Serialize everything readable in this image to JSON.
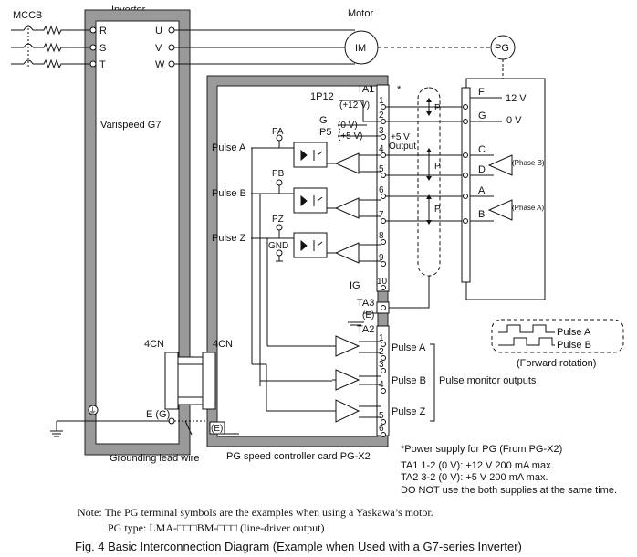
{
  "inverter": {
    "title": "Inverter",
    "model": "Varispeed G7",
    "mccb": "MCCB",
    "inputs": [
      "R",
      "S",
      "T"
    ],
    "outputs": [
      "U",
      "V",
      "W"
    ],
    "connector": "4CN",
    "ground_terminal": "E (G)",
    "ground_symbol": "⏚"
  },
  "motor": {
    "title": "Motor",
    "symbol": "IM",
    "pg_symbol": "PG"
  },
  "card": {
    "title": "PG speed controller card PG-X2",
    "connector": "4CN",
    "ground": "(E)",
    "ta1": "TA1",
    "ta2": "TA2",
    "ta3": "TA3",
    "ta1_terminals": [
      "1",
      "2",
      "3",
      "4",
      "5",
      "6",
      "7",
      "8",
      "9",
      "10"
    ],
    "ta2_terminals": [
      "1",
      "2",
      "3",
      "4",
      "5",
      "6"
    ],
    "ta3_terminal": "",
    "ta3_ground": "(E)",
    "labels": {
      "p12": "1P12",
      "p12_volt": "(+12 V)",
      "ig": "IG",
      "ig_volt": "(0 V)",
      "ip5": "IP5",
      "ip5_volt": "(+5 V)",
      "plus5v": "+5 V",
      "output": "Output",
      "ig10": "IG",
      "star": "*"
    },
    "pulse_inputs": [
      "Pulse A",
      "Pulse B",
      "Pulse Z"
    ],
    "test_points": [
      "PA",
      "PB",
      "PZ",
      "GND"
    ],
    "monitor_labels": [
      "Pulse A",
      "Pulse B",
      "Pulse Z"
    ],
    "monitor_title": "Pulse monitor outputs"
  },
  "pg": {
    "terminals": [
      "F",
      "G",
      "C",
      "D",
      "A",
      "B"
    ],
    "f_volt": "12 V",
    "g_volt": "0 V",
    "phase_b": "(Phase B)",
    "phase_a": "(Phase A)",
    "shield": "P"
  },
  "waveform": {
    "pulse_a": "Pulse A",
    "pulse_b": "Pulse B",
    "caption": "(Forward rotation)"
  },
  "ground_lead": "Grounding lead wire",
  "notes": {
    "line1": "*Power supply for PG (From PG-X2)",
    "line2": "TA1 1-2 (0 V): +12 V 200 mA max.",
    "line3": "TA2 3-2 (0 V): +5 V 200 mA max.",
    "line4": "DO NOT use the both supplies at the same time."
  },
  "footnote": {
    "line1": "Note: The PG terminal symbols are the examples when using a Yaskawa’s motor.",
    "line2": "PG type: LMA-□□□BM-□□□ (line-driver output)"
  },
  "caption": "Fig. 4  Basic Interconnection Diagram (Example when Used with a G7-series Inverter)"
}
